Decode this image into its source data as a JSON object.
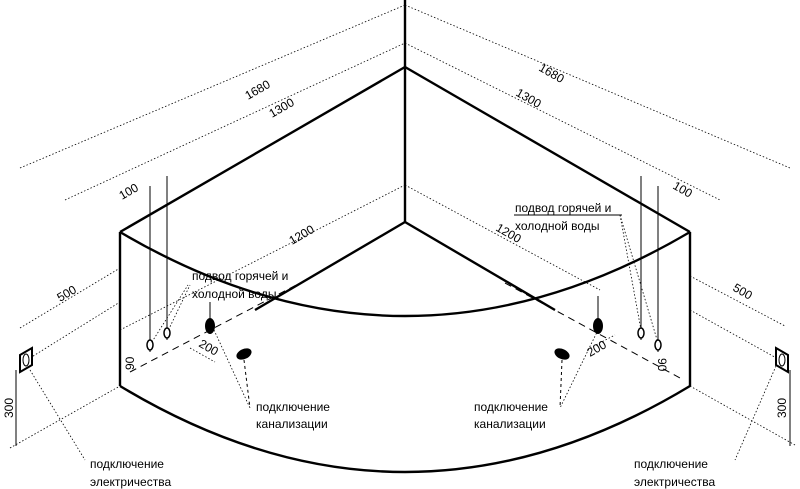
{
  "diagram": {
    "subject": "corner bathtub installation scheme",
    "colors": {
      "line": "#000000",
      "background": "#ffffff"
    },
    "dimensions": {
      "overall_left": "1680",
      "overall_right": "1680",
      "rim_left": "1300",
      "rim_right": "1300",
      "inner_left": "1200",
      "inner_right": "1200",
      "pipe_offset_left": "100",
      "pipe_offset_right": "100",
      "electric_offset_left": "500",
      "electric_offset_right": "500",
      "electric_height_left": "300",
      "electric_height_right": "300",
      "drain_offset_left": "200",
      "drain_offset_right": "200",
      "pipe_height_left": "90",
      "pipe_height_right": "90"
    },
    "labels": {
      "water_left": [
        "подвод горячей и",
        "холодной воды"
      ],
      "water_right": [
        "подвод горячей и",
        "холодной воды"
      ],
      "drain_left": [
        "подключение",
        "канализации"
      ],
      "drain_right": [
        "подключение",
        "канализации"
      ],
      "electric_left": [
        "подключение",
        "электричества"
      ],
      "electric_right": [
        "подключение",
        "электричества"
      ]
    },
    "icons": {
      "outlet": "electrical-socket",
      "pipe": "pipe-connection",
      "drain": "drain-hole"
    }
  }
}
